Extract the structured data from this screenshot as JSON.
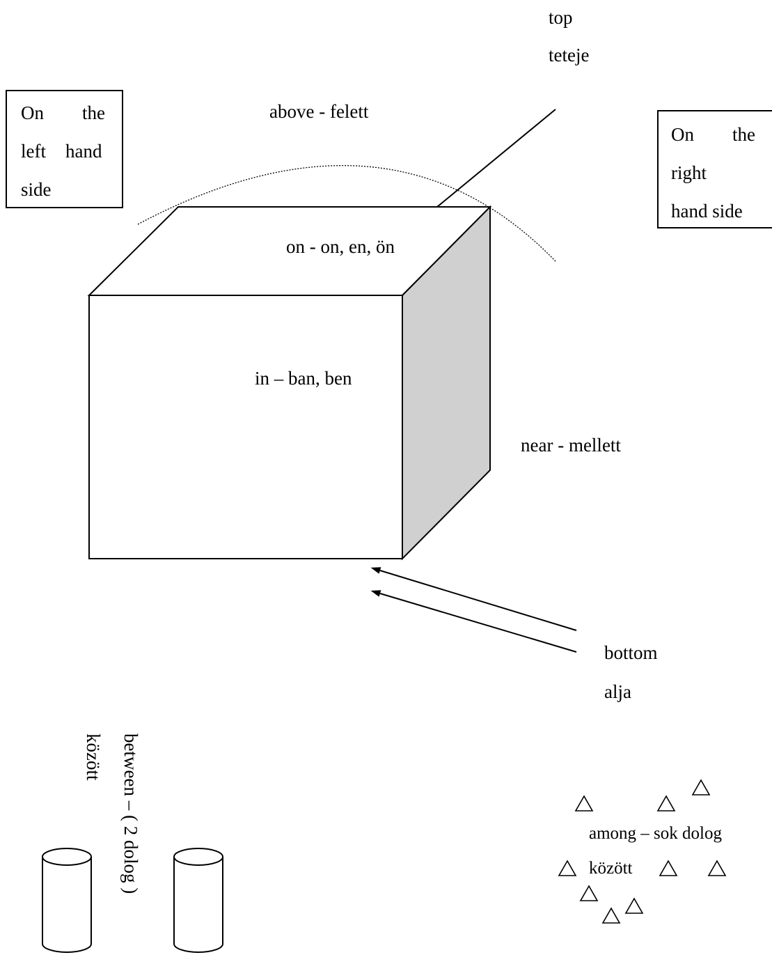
{
  "labels": {
    "top": "top",
    "teteje": "teteje",
    "above": "above  - felett",
    "on": "on  - on, en, ön",
    "in": "in – ban, ben",
    "near": "near - mellett",
    "bottom": "bottom",
    "alja": "alja",
    "kozott_between": "között",
    "between": "between – ( 2 dolog   )",
    "among": "among – sok dolog",
    "kozott_among": "között"
  },
  "left_box": {
    "word1": "On",
    "word2": "the",
    "word3": "left",
    "word4": "hand",
    "word5": "side"
  },
  "right_box": {
    "word1": "On",
    "word2": "the",
    "word3": "right",
    "word4": "hand side"
  },
  "colors": {
    "shaded_face": "#d0d0d0",
    "line": "#000000",
    "background": "#ffffff"
  }
}
